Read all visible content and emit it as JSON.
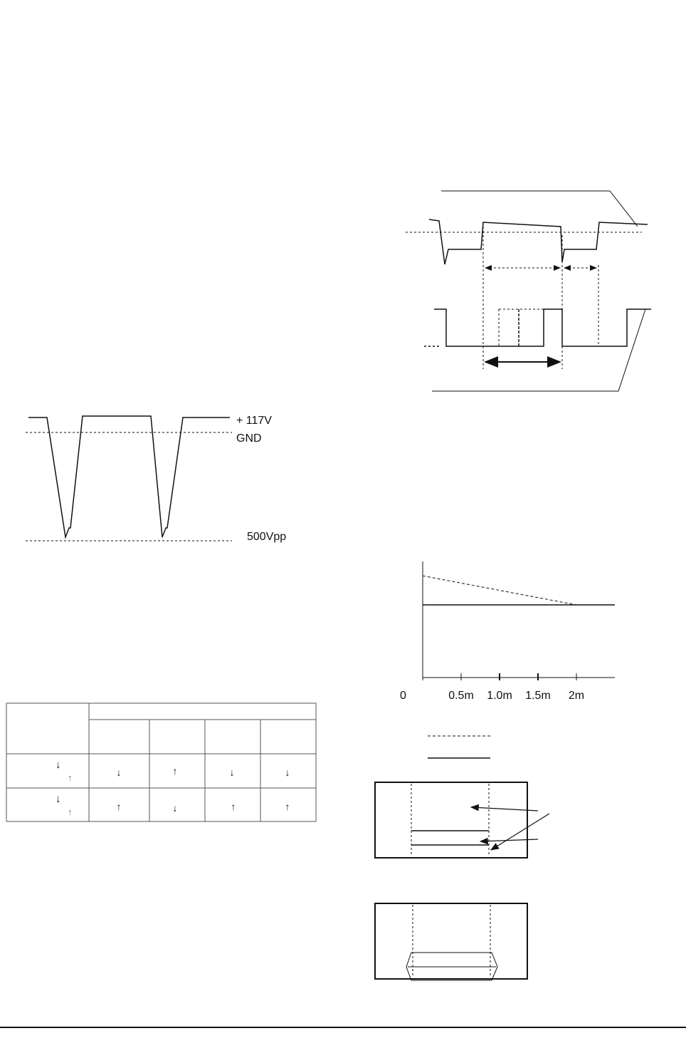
{
  "waveform_voltage": {
    "label_top": "+ 117V",
    "label_gnd": "GND",
    "label_bottom": "500Vpp"
  },
  "table": {
    "rows": [
      {
        "cells": [
          "↓",
          "↑",
          "↓",
          "↓"
        ]
      },
      {
        "cells": [
          "↑",
          "↓",
          "↑",
          "↑"
        ]
      }
    ],
    "row_header_arrows": [
      "↓",
      "↑"
    ]
  },
  "chart_data": {
    "type": "line",
    "x_ticks": [
      "0",
      "0.5m",
      "1.0m",
      "1.5m",
      "2m"
    ],
    "series": [
      {
        "style": "dashed",
        "x": [
          0,
          2
        ],
        "y": [
          1.4,
          1.0
        ]
      },
      {
        "style": "solid",
        "x": [
          0,
          2.5
        ],
        "y": [
          1.0,
          1.0
        ]
      }
    ],
    "xlim": [
      0,
      2.5
    ],
    "grid": false
  }
}
